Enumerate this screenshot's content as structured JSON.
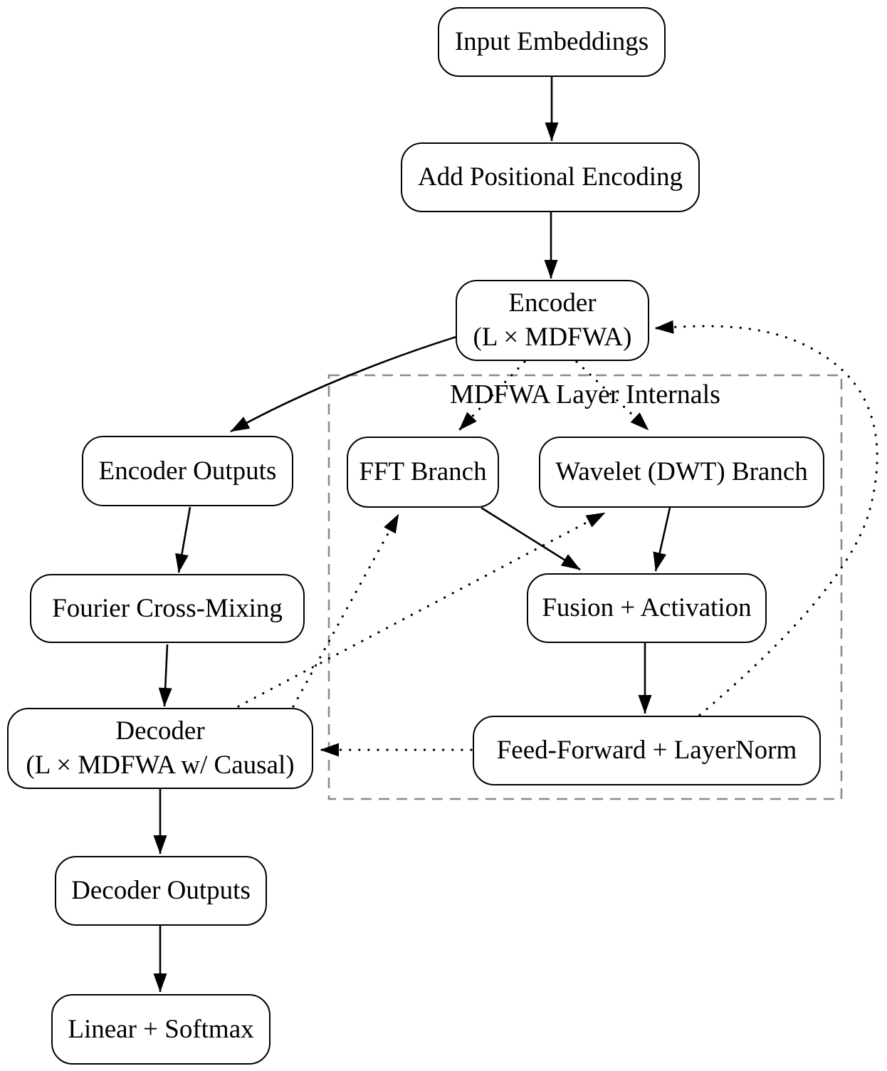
{
  "cluster": {
    "label": "MDFWA Layer Internals"
  },
  "nodes": {
    "input_embeddings": {
      "label": "Input Embeddings"
    },
    "add_positional_encoding": {
      "label": "Add Positional Encoding"
    },
    "encoder": {
      "line1": "Encoder",
      "line2": "(L × MDFWA)"
    },
    "encoder_outputs": {
      "label": "Encoder Outputs"
    },
    "fft_branch": {
      "label": "FFT Branch"
    },
    "wavelet_branch": {
      "label": "Wavelet (DWT) Branch"
    },
    "fourier_cross_mixing": {
      "label": "Fourier Cross-Mixing"
    },
    "fusion_activation": {
      "label": "Fusion + Activation"
    },
    "decoder": {
      "line1": "Decoder",
      "line2": "(L × MDFWA w/ Causal)"
    },
    "feed_forward_layernorm": {
      "label": "Feed-Forward + LayerNorm"
    },
    "decoder_outputs": {
      "label": "Decoder Outputs"
    },
    "linear_softmax": {
      "label": "Linear + Softmax"
    }
  },
  "edges": [
    {
      "from": "input_embeddings",
      "to": "add_positional_encoding",
      "style": "solid"
    },
    {
      "from": "add_positional_encoding",
      "to": "encoder",
      "style": "solid"
    },
    {
      "from": "encoder",
      "to": "encoder_outputs",
      "style": "solid"
    },
    {
      "from": "encoder",
      "to": "fft_branch",
      "style": "dotted"
    },
    {
      "from": "encoder",
      "to": "wavelet_branch",
      "style": "dotted"
    },
    {
      "from": "fft_branch",
      "to": "fusion_activation",
      "style": "solid"
    },
    {
      "from": "wavelet_branch",
      "to": "fusion_activation",
      "style": "solid"
    },
    {
      "from": "fusion_activation",
      "to": "feed_forward_layernorm",
      "style": "solid"
    },
    {
      "from": "encoder_outputs",
      "to": "fourier_cross_mixing",
      "style": "solid"
    },
    {
      "from": "fourier_cross_mixing",
      "to": "decoder",
      "style": "solid"
    },
    {
      "from": "feed_forward_layernorm",
      "to": "decoder",
      "style": "dotted"
    },
    {
      "from": "feed_forward_layernorm",
      "to": "encoder",
      "style": "dotted"
    },
    {
      "from": "decoder",
      "to": "fft_branch",
      "style": "dotted"
    },
    {
      "from": "decoder",
      "to": "wavelet_branch",
      "style": "dotted"
    },
    {
      "from": "decoder",
      "to": "decoder_outputs",
      "style": "solid"
    },
    {
      "from": "decoder_outputs",
      "to": "linear_softmax",
      "style": "solid"
    }
  ],
  "colors": {
    "background": "#ffffff",
    "node_border": "#000000",
    "edge": "#000000",
    "cluster_border": "#8a8a8a",
    "text": "#000000"
  }
}
